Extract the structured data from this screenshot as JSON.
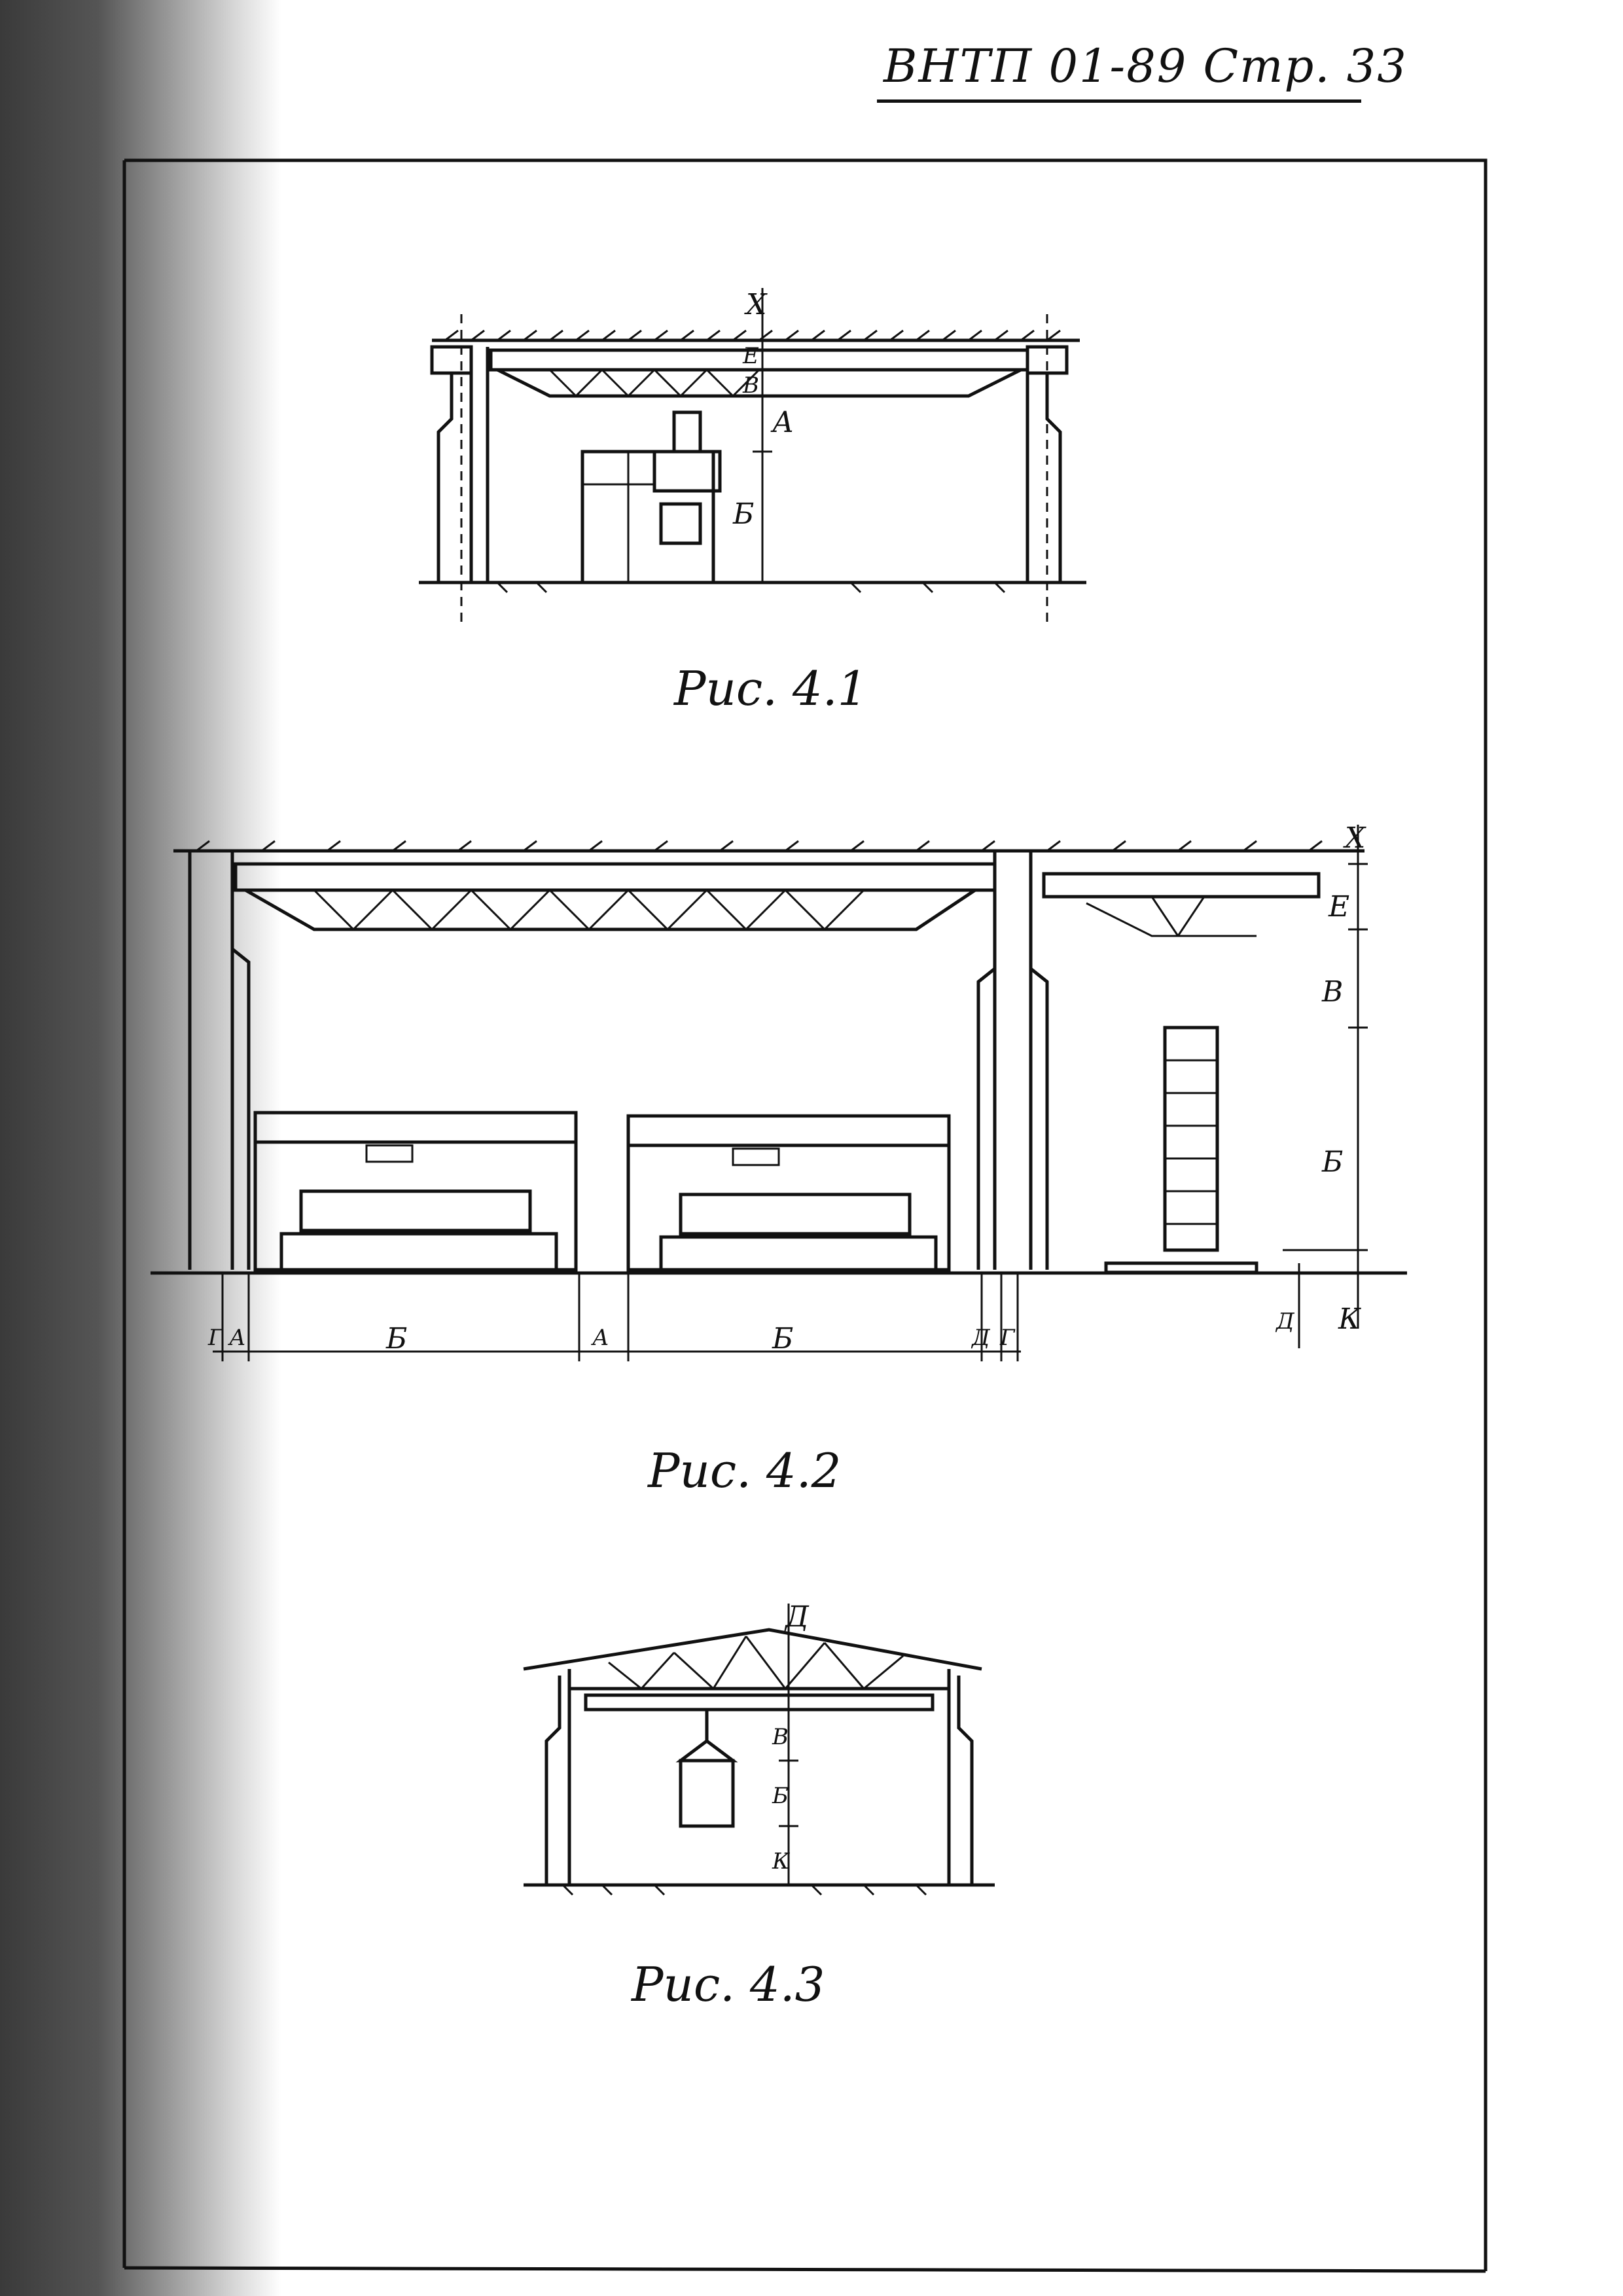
{
  "header": {
    "ref": "ВНТП 01-89 Стр. 33"
  },
  "figures": [
    {
      "caption": "Рис. 4.1",
      "dims": [
        "Х",
        "Е",
        "В",
        "А",
        "Б"
      ]
    },
    {
      "caption": "Рис. 4.2",
      "dims_right": [
        "Х",
        "Е",
        "В",
        "Б",
        "Д",
        "К"
      ],
      "dims_bottom": [
        "Г",
        "А",
        "Б",
        "А",
        "Б",
        "Д",
        "Г"
      ]
    },
    {
      "caption": "Рис. 4.3",
      "dims": [
        "Д",
        "В",
        "Б",
        "К"
      ]
    }
  ]
}
